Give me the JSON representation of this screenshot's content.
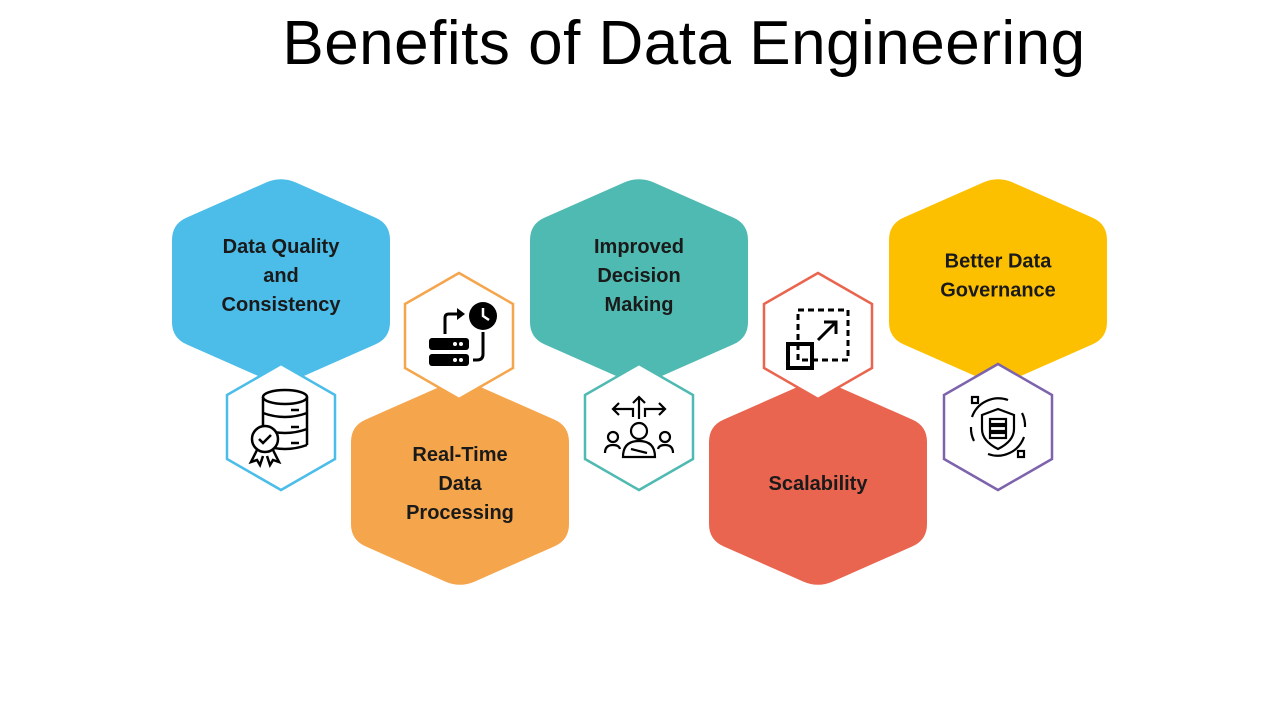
{
  "title": "Benefits of Data Engineering",
  "benefits": [
    {
      "lines": [
        "Data Quality",
        "and",
        "Consistency"
      ],
      "color": "#4BBDE8",
      "icon": "database-certified-icon"
    },
    {
      "lines": [
        "Real-Time",
        "Data",
        "Processing"
      ],
      "color": "#F5A54B",
      "icon": "server-clock-icon"
    },
    {
      "lines": [
        "Improved",
        "Decision",
        "Making"
      ],
      "color": "#4FBAB1",
      "icon": "decision-arrows-person-icon"
    },
    {
      "lines": [
        "Scalability"
      ],
      "color": "#E9654F",
      "icon": "scale-expand-icon"
    },
    {
      "lines": [
        "Better Data",
        "Governance"
      ],
      "color": "#FDC001",
      "icon": "shield-server-icon"
    }
  ],
  "icon_border_colors": [
    "#4BBDE8",
    "#F5A54B",
    "#4FBAB1",
    "#E9654F",
    "#7C63AC"
  ]
}
